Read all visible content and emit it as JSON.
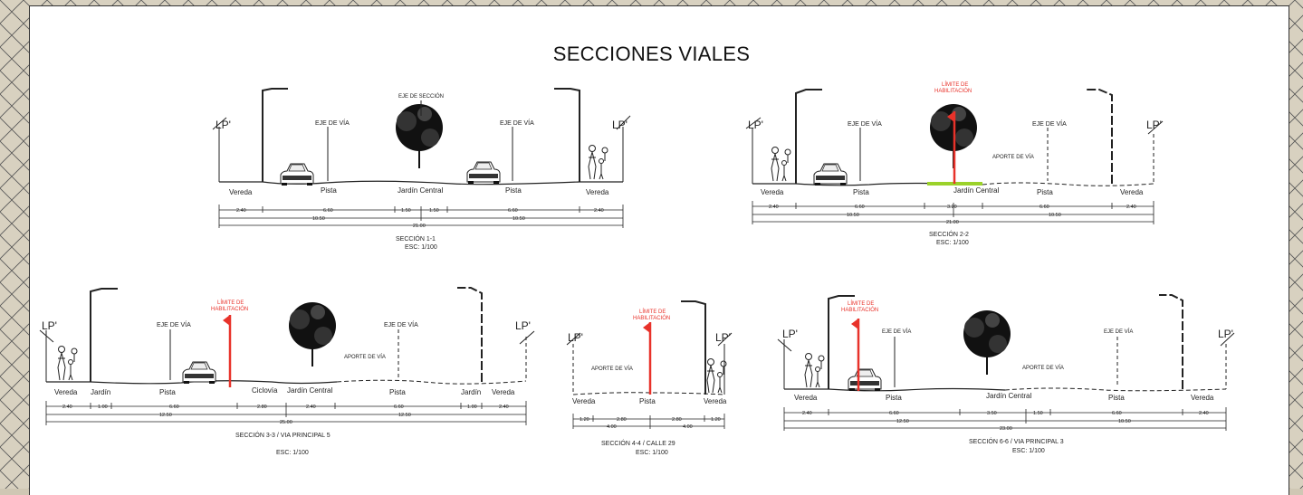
{
  "title": "SECCIONES VIALES",
  "colors": {
    "limit": "#e8322a",
    "garden": "#9bd22a",
    "ink": "#222222"
  },
  "common": {
    "lp": "LP'",
    "eje_via": "EJE DE VÍA",
    "eje_seccion": "EJE DE SECCIÓN",
    "limite_1": "LÍMITE DE",
    "limite_2": "HABILITACIÓN",
    "aporte": "APORTE DE VÍA"
  },
  "sections": {
    "s11": {
      "labels": [
        "Vereda",
        "Pista",
        "Jardín Central",
        "Pista",
        "Vereda"
      ],
      "dims_row1": [
        "2.40",
        "6.60",
        "1.50",
        "1.50",
        "6.60",
        "2.40"
      ],
      "dims_row2": [
        "10.50",
        "10.50"
      ],
      "dims_total": "21.00",
      "caption": "SECCIÓN  1-1",
      "scale": "ESC: 1/100"
    },
    "s22": {
      "labels": [
        "Vereda",
        "Pista",
        "Jardín Central",
        "Pista",
        "Vereda"
      ],
      "dims_row1": [
        "2.40",
        "6.60",
        "3.20",
        "6.60",
        "2.40"
      ],
      "dims_row2": [
        "10.50",
        "10.50"
      ],
      "dims_total": "21.00",
      "caption": "SECCIÓN  2-2",
      "scale": "ESC: 1/100"
    },
    "s33": {
      "labels": [
        "Vereda",
        "Jardín",
        "Pista",
        "Ciclovía",
        "Jardín Central",
        "Pista",
        "Jardín",
        "Vereda"
      ],
      "dims_row1": [
        "2.40",
        "1.00",
        "6.60",
        "2.80",
        "2.40",
        "6.60",
        "1.00",
        "2.40"
      ],
      "dims_row2": [
        "12.50",
        "12.50"
      ],
      "dims_total": "25.00",
      "caption": "SECCIÓN  3-3  / VIA PRINCIPAL 5",
      "scale": "ESC: 1/100"
    },
    "s44": {
      "labels": [
        "Vereda",
        "Pista",
        "Vereda"
      ],
      "dims_row1": [
        "1.20",
        "2.80",
        "2.80",
        "1.20"
      ],
      "dims_row2": [
        "4.00",
        "4.00"
      ],
      "caption": "SECCIÓN  4-4  / CALLE 29",
      "scale": "ESC: 1/100"
    },
    "s66": {
      "labels": [
        "Vereda",
        "Pista",
        "Jardín Central",
        "Pista",
        "Vereda"
      ],
      "dims_row1": [
        "2.40",
        "6.60",
        "3.50",
        "1.50",
        "6.60",
        "2.40"
      ],
      "dims_row2": [
        "12.50",
        "10.50"
      ],
      "dims_total": "23.00",
      "caption": "SECCIÓN  6-6  / VIA PRINCIPAL 3",
      "scale": "ESC: 1/100"
    }
  }
}
